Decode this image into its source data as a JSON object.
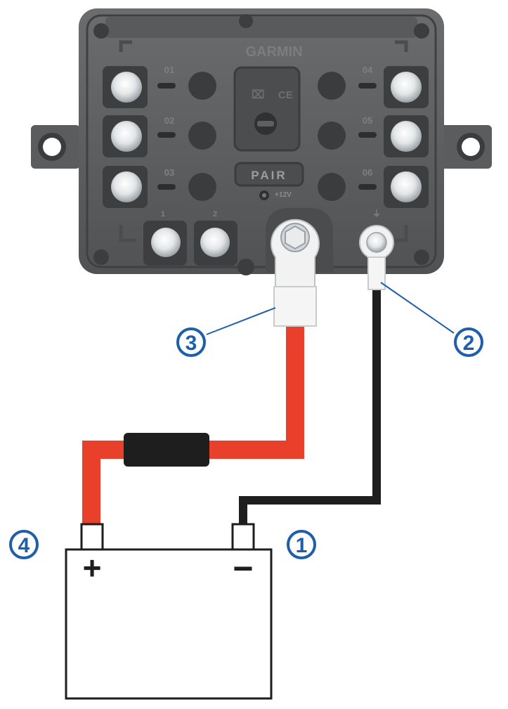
{
  "device": {
    "brand": "GARMIN",
    "pair_label": "PAIR",
    "voltage_label": "+12V",
    "channels_left": [
      "01",
      "02",
      "03"
    ],
    "channels_right": [
      "04",
      "05",
      "06"
    ],
    "bottom_inputs": [
      "1",
      "2"
    ],
    "ground_symbol": "⏚"
  },
  "battery": {
    "positive_label": "+",
    "negative_label": "−"
  },
  "callouts": [
    {
      "id": "1",
      "text": "1"
    },
    {
      "id": "2",
      "text": "2"
    },
    {
      "id": "3",
      "text": "3"
    },
    {
      "id": "4",
      "text": "4"
    }
  ],
  "colors": {
    "housing": "#5d5f61",
    "housing_dark": "#3f4143",
    "positive_wire": "#e8402a",
    "negative_wire": "#1e1e1e",
    "fuse": "#1e1e1e",
    "callout": "#1f5ea8"
  }
}
